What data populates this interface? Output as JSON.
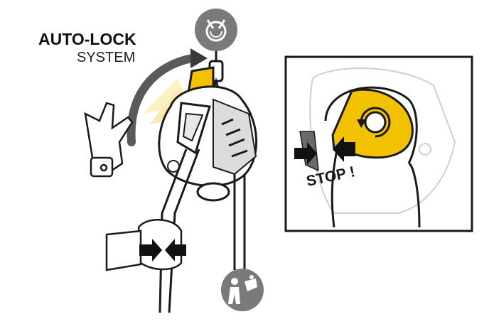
{
  "title": {
    "main": "AUTO-LOCK",
    "sub": "SYSTEM"
  },
  "detail": {
    "stop_label": "STOP !"
  },
  "icons": {
    "top": "auto-lock-cam-icon",
    "bottom": "climber-belayer-icon"
  },
  "colors": {
    "accent": "#f2c200",
    "icon_circle": "#7a7a7a",
    "line": "#1a1a1a",
    "ghost": "#cfcfcf"
  }
}
